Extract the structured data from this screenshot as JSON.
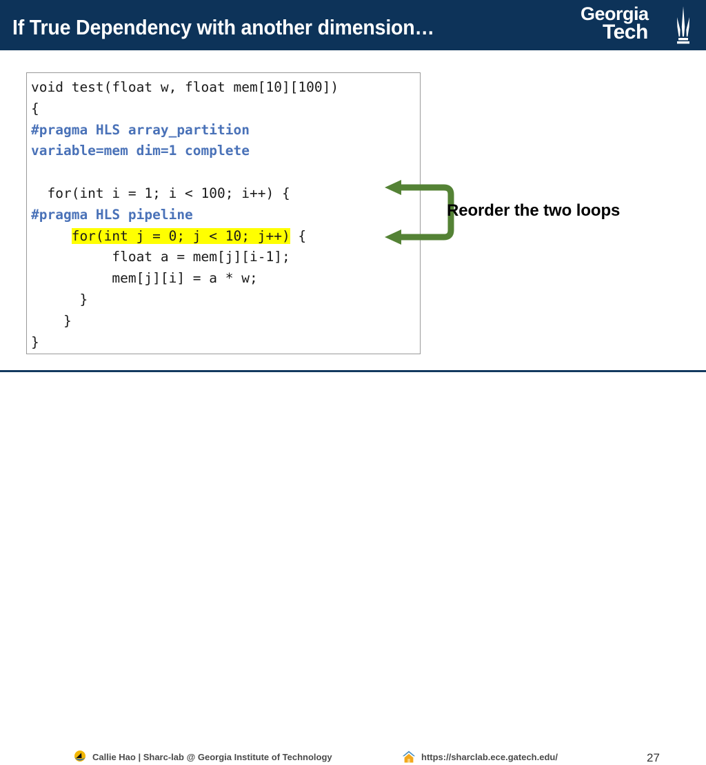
{
  "header": {
    "title": "If True Dependency with another dimension…",
    "background_color": "#0d3359",
    "logo": {
      "line1": "Georgia",
      "line2": "Tech",
      "tower_icon": "gt-tower-icon"
    }
  },
  "code": {
    "language": "c",
    "lines": [
      {
        "indent": 0,
        "segments": [
          {
            "text": "void test(float w, float mem[10][100])",
            "style": "plain"
          }
        ]
      },
      {
        "indent": 0,
        "segments": [
          {
            "text": "{",
            "style": "plain"
          }
        ]
      },
      {
        "indent": 0,
        "segments": [
          {
            "text": "#pragma HLS array_partition",
            "style": "pragma"
          }
        ]
      },
      {
        "indent": 0,
        "segments": [
          {
            "text": "variable=mem dim=1 complete",
            "style": "pragma"
          }
        ]
      },
      {
        "indent": 0,
        "segments": [
          {
            "text": "",
            "style": "blank"
          }
        ]
      },
      {
        "indent": 0,
        "segments": [
          {
            "text": "  for(int i = 1; i < 100; i++) {",
            "style": "plain"
          }
        ]
      },
      {
        "indent": 0,
        "segments": [
          {
            "text": "#pragma HLS pipeline",
            "style": "pragma"
          }
        ]
      },
      {
        "indent": 0,
        "segments": [
          {
            "text": "     ",
            "style": "plain"
          },
          {
            "text": "for(int j = 0; j < 10; j++)",
            "style": "highlight"
          },
          {
            "text": " {",
            "style": "plain"
          }
        ]
      },
      {
        "indent": 0,
        "segments": [
          {
            "text": "          float a = mem[j][i-1];",
            "style": "plain"
          }
        ]
      },
      {
        "indent": 0,
        "segments": [
          {
            "text": "          mem[j][i] = a * w;",
            "style": "plain"
          }
        ]
      },
      {
        "indent": 0,
        "segments": [
          {
            "text": "      }",
            "style": "plain"
          }
        ]
      },
      {
        "indent": 0,
        "segments": [
          {
            "text": "    }",
            "style": "plain"
          }
        ]
      },
      {
        "indent": 0,
        "segments": [
          {
            "text": "}",
            "style": "plain"
          }
        ]
      }
    ],
    "pragma_color": "#4a72b8",
    "highlight_color": "#ffff00",
    "border_color": "#999999"
  },
  "annotation": {
    "label": "Reorder the two loops",
    "arrow_color": "#548235",
    "arrow_name": "double-arrow-bracket"
  },
  "footer": {
    "left_text": "Callie Hao | Sharc-lab @ Georgia Institute of Technology",
    "left_icon": "sharc-lab-logo-icon",
    "right_text": "https://sharclab.ece.gatech.edu/",
    "right_icon": "home-icon",
    "page_number": "27",
    "rule_color": "#12395f"
  }
}
